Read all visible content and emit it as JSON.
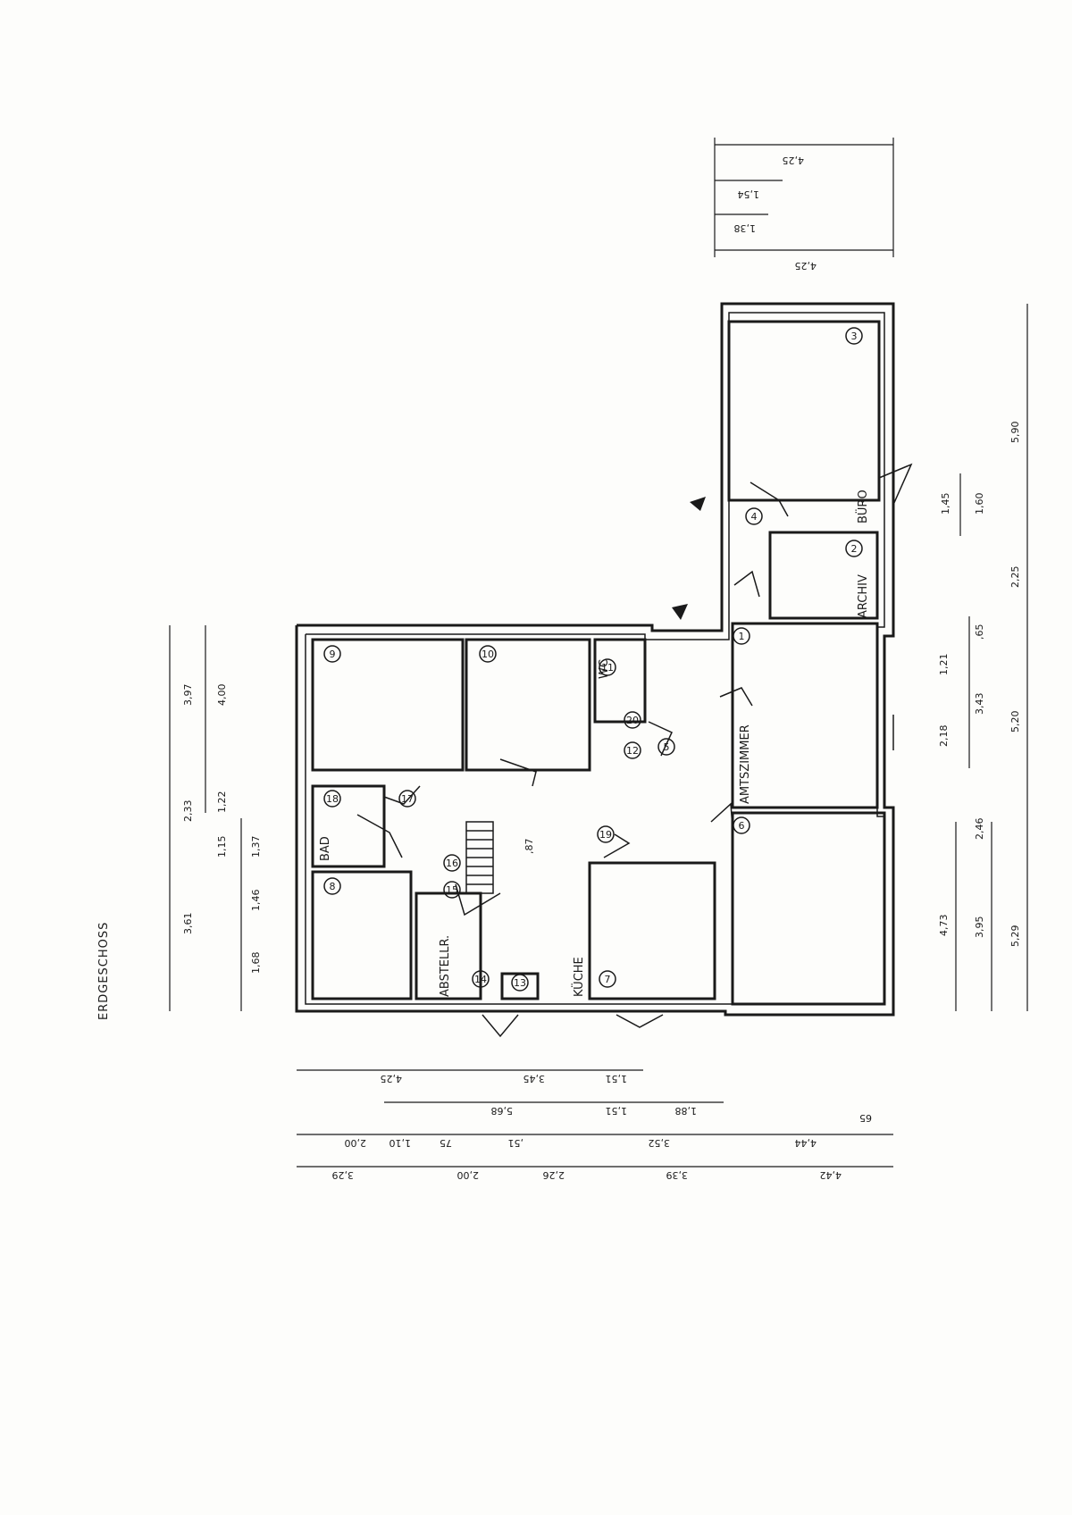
{
  "sheet_title": "ERDGESCHOSS",
  "rooms": [
    {
      "id": "r1",
      "number": "1",
      "label": "AMTSZIMMER"
    },
    {
      "id": "r2",
      "number": "2",
      "label": "ARCHIV"
    },
    {
      "id": "r3",
      "number": "3",
      "label": "BÜRO"
    },
    {
      "id": "r4",
      "number": "4",
      "label": ""
    },
    {
      "id": "r5",
      "number": "5",
      "label": ""
    },
    {
      "id": "r6",
      "number": "6",
      "label": ""
    },
    {
      "id": "r7",
      "number": "7",
      "label": "KÜCHE"
    },
    {
      "id": "r8",
      "number": "8",
      "label": ""
    },
    {
      "id": "r9",
      "number": "9",
      "label": ""
    },
    {
      "id": "r10",
      "number": "10",
      "label": ""
    },
    {
      "id": "r11",
      "number": "11",
      "label": "WC"
    },
    {
      "id": "r12",
      "number": "12",
      "label": ""
    },
    {
      "id": "r13",
      "number": "13",
      "label": ""
    },
    {
      "id": "r14",
      "number": "14",
      "label": "ABSTELLR."
    },
    {
      "id": "r15",
      "number": "15",
      "label": ""
    },
    {
      "id": "r16",
      "number": "16",
      "label": ""
    },
    {
      "id": "r17",
      "number": "17",
      "label": ""
    },
    {
      "id": "r18",
      "number": "18",
      "label": "BAD"
    },
    {
      "id": "r19",
      "number": "19",
      "label": ""
    },
    {
      "id": "r20",
      "number": "20",
      "label": ""
    }
  ],
  "dimensions": {
    "top_right": [
      "4,25",
      "1,54",
      "1,38",
      "4,25"
    ],
    "right_1": [
      "5,90",
      "1,45",
      "1,60",
      "2,25"
    ],
    "right_2": [
      "1,21",
      "2,18",
      "3,43",
      ",65",
      "5,20",
      "2,46"
    ],
    "right_3": [
      "4,73",
      "3,95",
      "5,29"
    ],
    "left": [
      "3,97",
      "4,00",
      "2,33",
      "1,22",
      "1,15",
      "1,37",
      "3,61",
      "1,46",
      "1,68"
    ],
    "bottom_1": [
      "4,25",
      "3,45",
      "1,51"
    ],
    "bottom_2": [
      "5,68",
      "1,51",
      "1,88"
    ],
    "bottom_3": [
      "2,00",
      "1,10",
      "75",
      ",51",
      "3,52",
      "4,44",
      "65"
    ],
    "bottom_4": [
      "3,29",
      "2,00",
      "2,26",
      "3,39",
      "4,42"
    ],
    "stair_mark": ",87"
  }
}
